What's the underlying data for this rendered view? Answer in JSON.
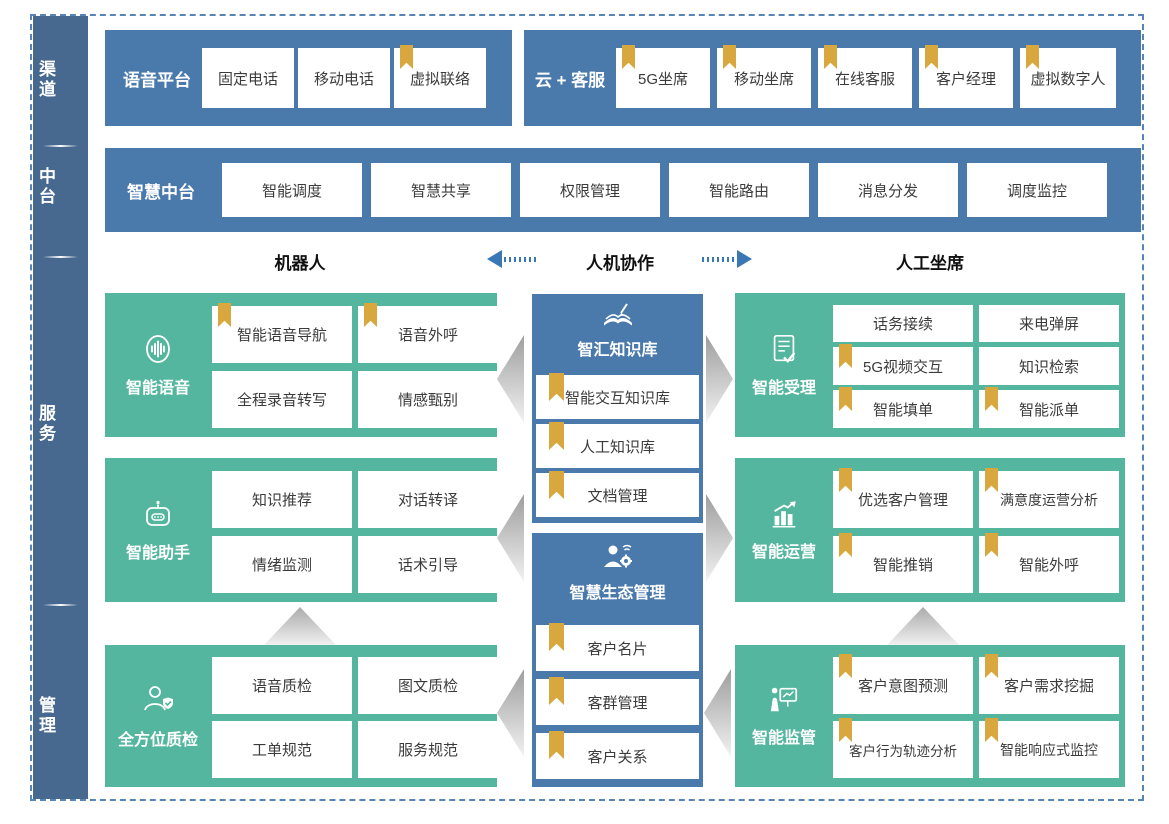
{
  "colors": {
    "bar_blue": "#4A79AC",
    "sidebar_blue": "#47698F",
    "teal": "#54B69E",
    "bookmark_gold": "#D8A73E",
    "arrow_blue": "#3A77B5",
    "connector_gray": "#9E9E9E"
  },
  "sidebar": {
    "items": [
      "渠道",
      "中台",
      "服务",
      "管理"
    ]
  },
  "channel_row": {
    "voice_platform": {
      "title": "语音平台",
      "items": [
        {
          "label": "固定电话",
          "bookmark": false
        },
        {
          "label": "移动电话",
          "bookmark": false
        },
        {
          "label": "虚拟联络",
          "bookmark": true
        }
      ]
    },
    "cloud_service": {
      "title": "云 + 客服",
      "items": [
        {
          "label": "5G坐席",
          "bookmark": true
        },
        {
          "label": "移动坐席",
          "bookmark": true
        },
        {
          "label": "在线客服",
          "bookmark": true
        },
        {
          "label": "客户经理",
          "bookmark": true
        },
        {
          "label": "虚拟数字人",
          "bookmark": true
        }
      ]
    }
  },
  "midplatform_row": {
    "title": "智慧中台",
    "items": [
      {
        "label": "智能调度"
      },
      {
        "label": "智慧共享"
      },
      {
        "label": "权限管理"
      },
      {
        "label": "智能路由"
      },
      {
        "label": "消息分发"
      },
      {
        "label": "调度监控"
      }
    ]
  },
  "collaboration_header": {
    "left": "机器人",
    "center": "人机协作",
    "right": "人工坐席"
  },
  "left_column": {
    "blocks": [
      {
        "title": "智能语音",
        "icon": "voice-wave-icon",
        "items": [
          {
            "label": "智能语音导航",
            "bookmark": true
          },
          {
            "label": "语音外呼",
            "bookmark": true
          },
          {
            "label": "全程录音转写",
            "bookmark": false
          },
          {
            "label": "情感甄别",
            "bookmark": false
          }
        ]
      },
      {
        "title": "智能助手",
        "icon": "robot-icon",
        "items": [
          {
            "label": "知识推荐",
            "bookmark": false
          },
          {
            "label": "对话转译",
            "bookmark": false
          },
          {
            "label": "情绪监测",
            "bookmark": false
          },
          {
            "label": "话术引导",
            "bookmark": false
          }
        ]
      },
      {
        "title": "全方位质检",
        "icon": "person-shield-icon",
        "items": [
          {
            "label": "语音质检",
            "bookmark": false
          },
          {
            "label": "图文质检",
            "bookmark": false
          },
          {
            "label": "工单规范",
            "bookmark": false
          },
          {
            "label": "服务规范",
            "bookmark": false
          }
        ]
      }
    ]
  },
  "center_column": {
    "blocks": [
      {
        "title": "智汇知识库",
        "icon": "book-pen-icon",
        "items": [
          {
            "label": "智能交互知识库",
            "bookmark": true
          },
          {
            "label": "人工知识库",
            "bookmark": true
          },
          {
            "label": "文档管理",
            "bookmark": true
          }
        ]
      },
      {
        "title": "智慧生态管理",
        "icon": "person-gear-icon",
        "items": [
          {
            "label": "客户名片",
            "bookmark": true
          },
          {
            "label": "客群管理",
            "bookmark": true
          },
          {
            "label": "客户关系",
            "bookmark": true
          }
        ]
      }
    ]
  },
  "right_column": {
    "blocks": [
      {
        "title": "智能受理",
        "icon": "document-check-icon",
        "items": [
          {
            "label": "话务接续",
            "bookmark": false
          },
          {
            "label": "来电弹屏",
            "bookmark": false
          },
          {
            "label": "5G视频交互",
            "bookmark": true
          },
          {
            "label": "知识检索",
            "bookmark": false
          },
          {
            "label": "智能填单",
            "bookmark": true
          },
          {
            "label": "智能派单",
            "bookmark": true
          }
        ]
      },
      {
        "title": "智能运营",
        "icon": "bar-chart-growth-icon",
        "items": [
          {
            "label": "优选客户管理",
            "bookmark": true
          },
          {
            "label": "满意度运营分析",
            "bookmark": true
          },
          {
            "label": "智能推销",
            "bookmark": true
          },
          {
            "label": "智能外呼",
            "bookmark": true
          }
        ]
      },
      {
        "title": "智能监管",
        "icon": "presenter-board-icon",
        "items": [
          {
            "label": "客户意图预测",
            "bookmark": true
          },
          {
            "label": "客户需求挖掘",
            "bookmark": true
          },
          {
            "label": "客户行为轨迹分析",
            "bookmark": true
          },
          {
            "label": "智能响应式监控",
            "bookmark": true
          }
        ]
      }
    ]
  }
}
